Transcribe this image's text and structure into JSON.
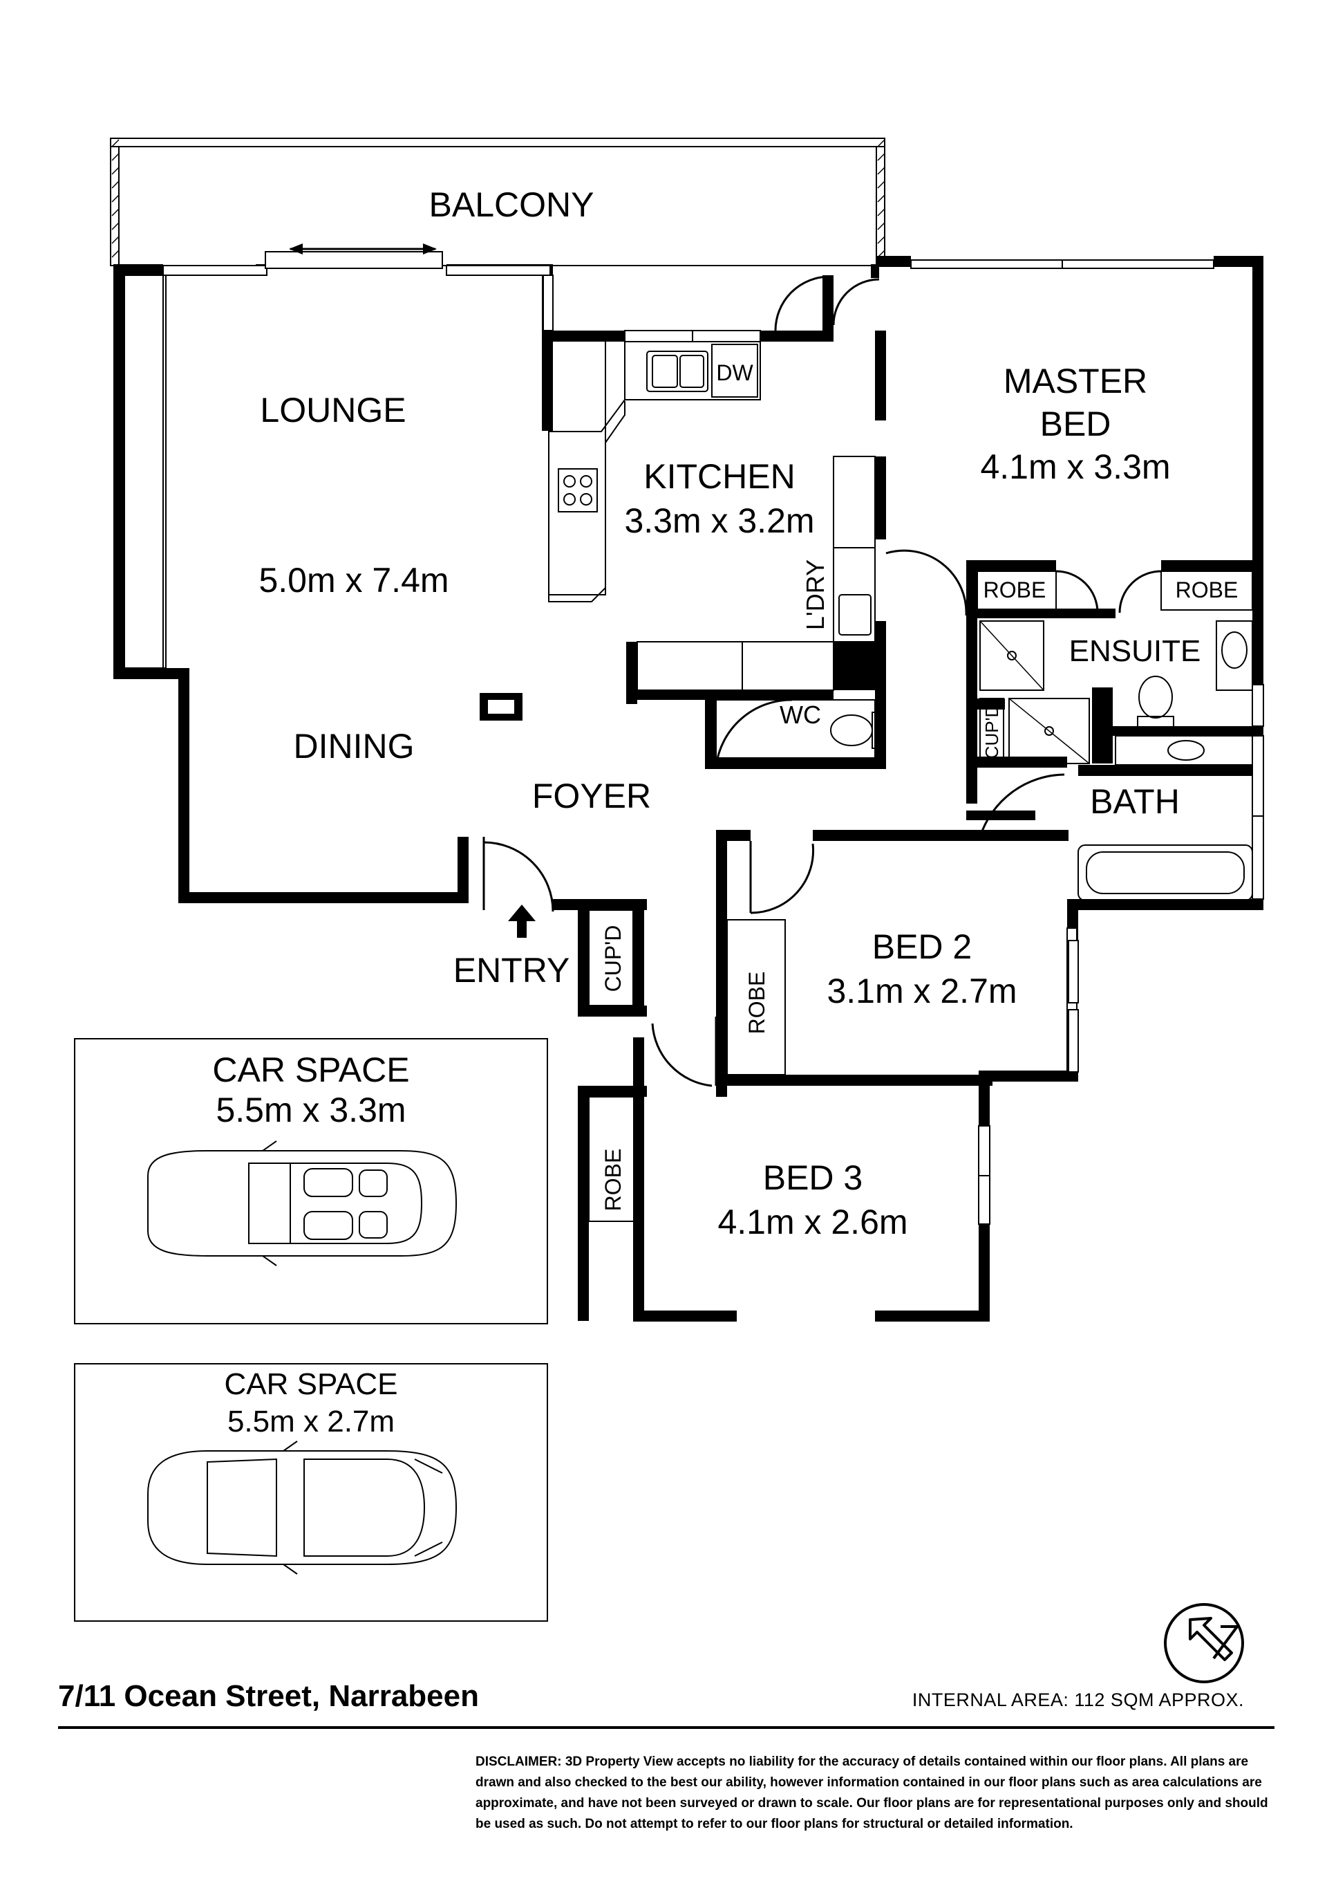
{
  "rooms": {
    "balcony": "BALCONY",
    "lounge": "LOUNGE",
    "lounge_dining_size": "5.0m x 7.4m",
    "dining": "DINING",
    "kitchen": "KITCHEN",
    "kitchen_size": "3.3m x 3.2m",
    "dw": "DW",
    "laundry": "L'DRY",
    "wc": "WC",
    "foyer": "FOYER",
    "entry": "ENTRY",
    "cupd_entry": "CUP'D",
    "master_bed_line1": "MASTER",
    "master_bed_line2": "BED",
    "master_bed_size": "4.1m x 3.3m",
    "robe_left": "ROBE",
    "robe_right": "ROBE",
    "ensuite": "ENSUITE",
    "cupd_bath": "CUP'D",
    "bath": "BATH",
    "bed2": "BED 2",
    "bed2_size": "3.1m x 2.7m",
    "bed2_robe": "ROBE",
    "bed3": "BED 3",
    "bed3_size": "4.1m x 2.6m",
    "bed3_robe": "ROBE"
  },
  "car_spaces": [
    {
      "label": "CAR SPACE",
      "size": "5.5m x 3.3m"
    },
    {
      "label": "CAR SPACE",
      "size": "5.5m x 2.7m"
    }
  ],
  "footer": {
    "address": "7/11 Ocean Street, Narrabeen",
    "internal_area": "INTERNAL AREA: 112 SQM APPROX.",
    "disclaimer": "DISCLAIMER: 3D Property View accepts no liability for the accuracy of details contained within our floor plans. All plans are drawn and also checked to the best our ability, however information contained in our floor plans such as area calculations are approximate, and have not been surveyed or drawn to scale. Our floor plans are for representational purposes only and should be used as such. Do not attempt to refer to our floor plans for structural or detailed information."
  },
  "icons": [
    "north-compass-icon",
    "entry-arrow-icon",
    "car-icon"
  ]
}
